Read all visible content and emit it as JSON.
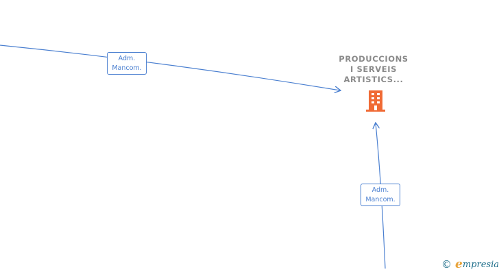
{
  "company": {
    "name_lines": [
      "PRODUCCIONS",
      "I SERVEIS",
      "ARTISTICS..."
    ],
    "icon": "building-icon",
    "icon_color": "#f06a35"
  },
  "relations": [
    {
      "label_lines": [
        "Adm.",
        "Mancom."
      ]
    },
    {
      "label_lines": [
        "Adm.",
        "Mancom."
      ]
    }
  ],
  "colors": {
    "edge": "#4a7fd0",
    "company_text": "#8a8a8a"
  },
  "watermark": {
    "copyright_symbol": "©",
    "brand_first": "e",
    "brand_rest": "mpresia"
  }
}
